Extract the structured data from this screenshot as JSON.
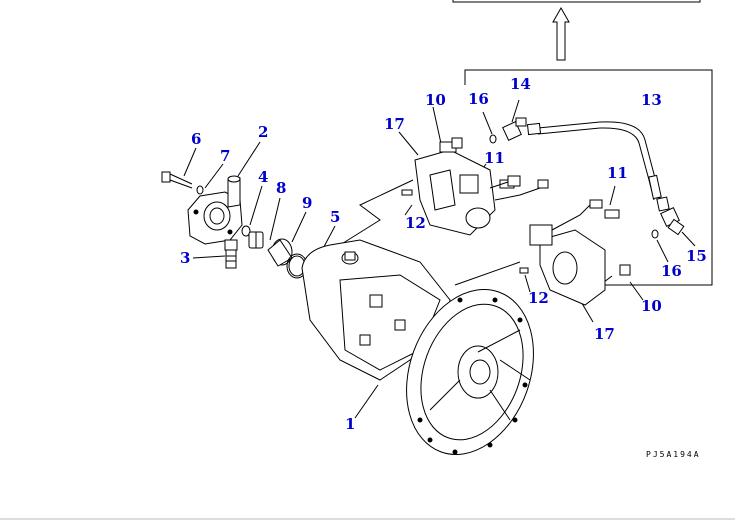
{
  "drawing_code": "PJ5A194A",
  "colors": {
    "label": "#0000cc",
    "line": "#000000"
  },
  "callouts": [
    {
      "id": "1",
      "text": "1"
    },
    {
      "id": "2",
      "text": "2"
    },
    {
      "id": "3",
      "text": "3"
    },
    {
      "id": "4",
      "text": "4"
    },
    {
      "id": "5",
      "text": "5"
    },
    {
      "id": "6",
      "text": "6"
    },
    {
      "id": "7",
      "text": "7"
    },
    {
      "id": "8",
      "text": "8"
    },
    {
      "id": "9",
      "text": "9"
    },
    {
      "id": "10a",
      "text": "10"
    },
    {
      "id": "10b",
      "text": "10"
    },
    {
      "id": "11a",
      "text": "11"
    },
    {
      "id": "11b",
      "text": "11"
    },
    {
      "id": "12a",
      "text": "12"
    },
    {
      "id": "12b",
      "text": "12"
    },
    {
      "id": "13",
      "text": "13"
    },
    {
      "id": "14",
      "text": "14"
    },
    {
      "id": "15",
      "text": "15"
    },
    {
      "id": "16a",
      "text": "16"
    },
    {
      "id": "16b",
      "text": "16"
    },
    {
      "id": "17a",
      "text": "17"
    },
    {
      "id": "17b",
      "text": "17"
    }
  ]
}
